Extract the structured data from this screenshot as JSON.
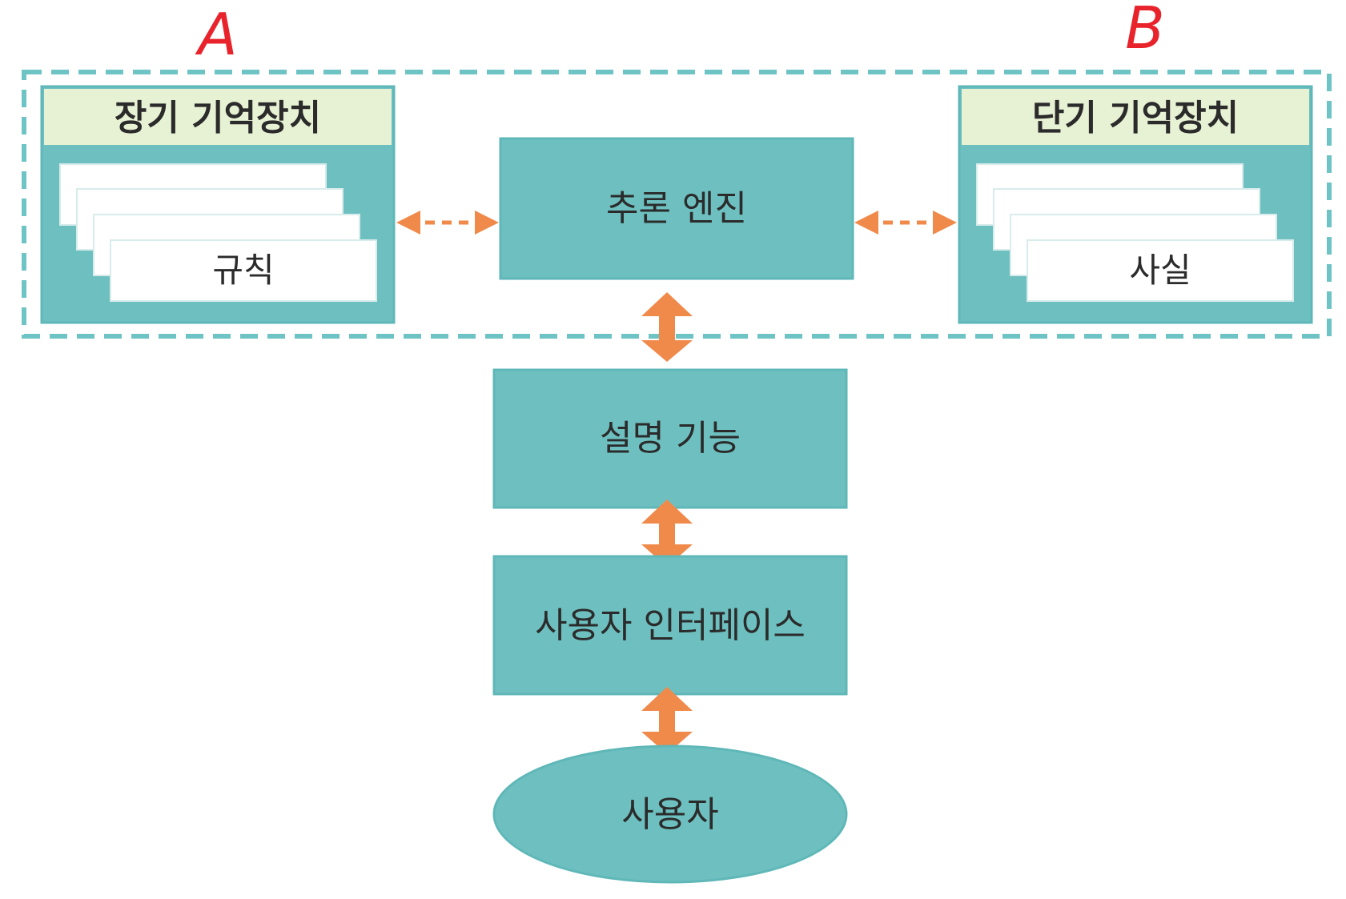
{
  "annotations": {
    "left": "A",
    "right": "B"
  },
  "long_term_memory": {
    "title": "장기 기억장치",
    "card_label": "규칙"
  },
  "short_term_memory": {
    "title": "단기 기억장치",
    "card_label": "사실"
  },
  "inference_engine": {
    "label": "추론 엔진"
  },
  "explanation": {
    "label": "설명 기능"
  },
  "user_interface": {
    "label": "사용자 인터페이스"
  },
  "user": {
    "label": "사용자"
  },
  "colors": {
    "teal": "#6ec0c0",
    "teal_border": "#5fb7b8",
    "header_green": "#e7f1d3",
    "arrow_orange": "#f08a4b",
    "dashed_border": "#6ec3c4",
    "annotation_red": "#e8232b"
  }
}
